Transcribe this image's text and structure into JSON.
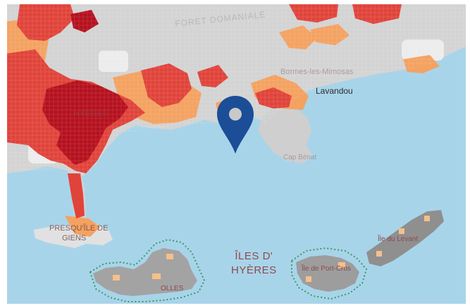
{
  "map": {
    "labels": {
      "domaine": "FORET DOMANIALE",
      "bormes": "Bormes-les-Mimosas",
      "lavandou": "Lavandou",
      "hyeres_town": "HYÈRES",
      "cap_benat": "Cap Bénat",
      "presquile": "PRESQU'ÎLE DE",
      "giens": "GIENS",
      "iles_line1": "ÎLES D'",
      "iles_line2": "HYÈRES",
      "porquerolles": "OLLES",
      "port_cros": "Île de Port-Cros",
      "levant": "Île du Levant"
    },
    "colors": {
      "sea": "#a8d4ea",
      "land": "#d3d3d3",
      "risk_high": "#b5111e",
      "risk_mid": "#e0433a",
      "risk_low": "#f4a261",
      "marker": "#1b4e96",
      "protected_zone": "#3a9a5b"
    },
    "marker_icon": "map-pin-icon"
  }
}
